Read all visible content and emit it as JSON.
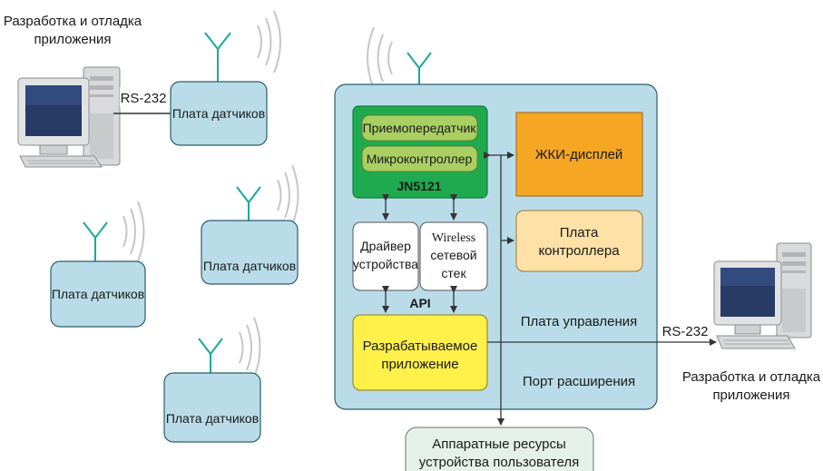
{
  "left_pc": {
    "caption_line1": "Разработка и отладка",
    "caption_line2": "приложения",
    "link_label": "RS-232"
  },
  "right_pc": {
    "caption_line1": "Разработка и отладка",
    "caption_line2": "приложения",
    "link_label": "RS-232"
  },
  "sensor_boards": [
    {
      "label": "Плата датчиков"
    },
    {
      "label": "Плата датчиков"
    },
    {
      "label": "Плата датчиков"
    },
    {
      "label": "Плата датчиков"
    }
  ],
  "jn5121": {
    "transceiver": "Приемопередатчик",
    "microcontroller": "Микроконтроллер",
    "chip_label": "JN5121"
  },
  "driver": {
    "line1": "Драйвер",
    "line2": "устройства"
  },
  "stack": {
    "line1": "Wireless",
    "line2": "сетевой",
    "line3": "стек"
  },
  "api_label": "API",
  "application": {
    "line1": "Разрабатываемое",
    "line2": "приложение"
  },
  "lcd": {
    "label": "ЖКИ-дисплей"
  },
  "controller_board": {
    "line1": "Плата",
    "line2": "контроллера"
  },
  "control_board_label": "Плата управления",
  "expansion_port_label": "Порт расширения",
  "hardware": {
    "line1": "Аппаратные ресурсы",
    "line2": "устройства пользователя"
  },
  "colors": {
    "board_fill": "#b9dce8",
    "board_stroke": "#2b5d6e",
    "chip_green": "#1faa4f",
    "module_green": "#a9cf62",
    "lcd_orange": "#f5a623",
    "controller_peach": "#fde1a6",
    "app_yellow": "#fff04a",
    "antenna_teal": "#18a99a",
    "hw_fill": "#e6f0ea"
  }
}
